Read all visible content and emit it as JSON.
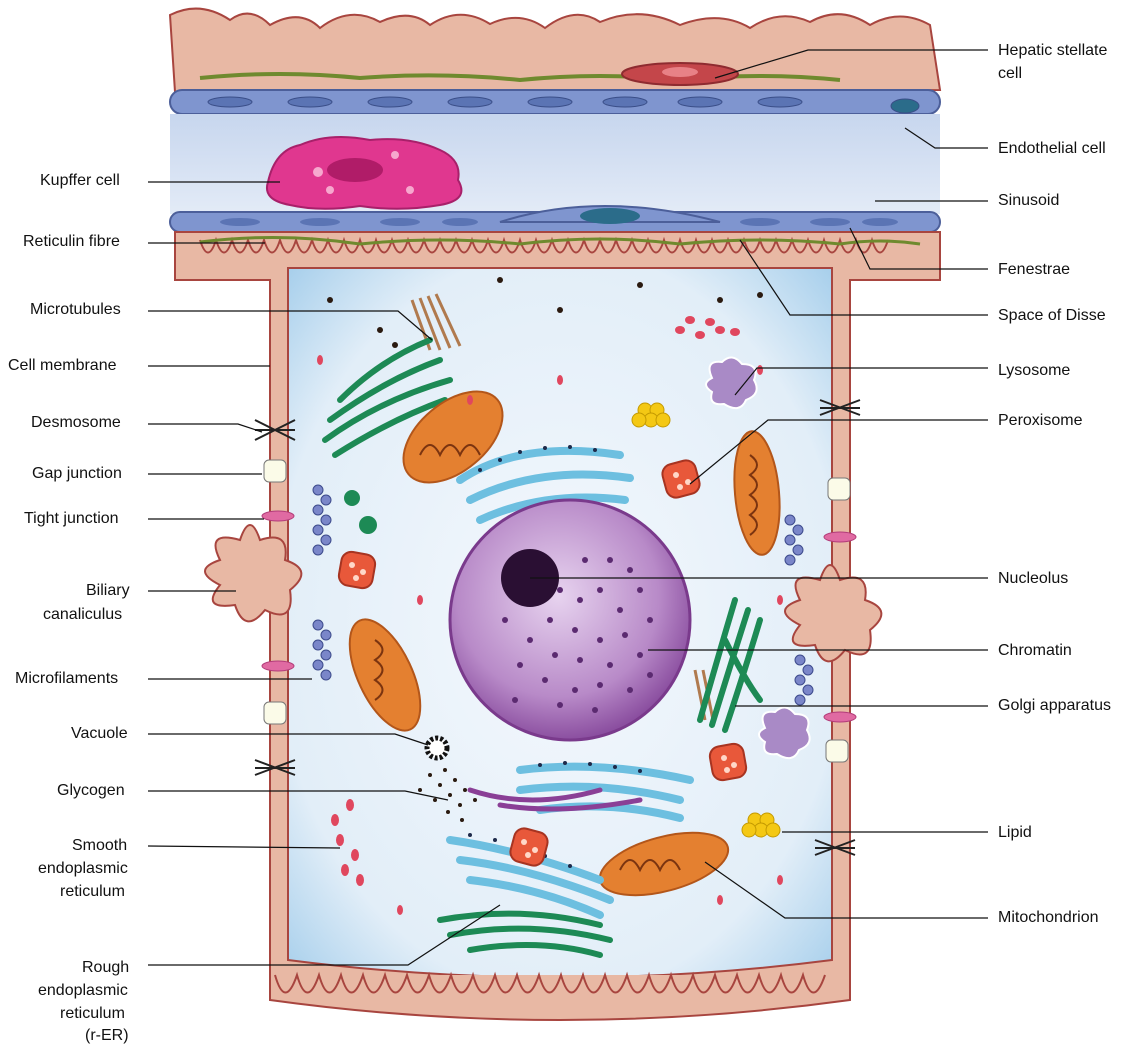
{
  "labels_left": {
    "kupffer": "Kupffer cell",
    "reticulin": "Reticulin fibre",
    "microtubules": "Microtubules",
    "cell_membrane": "Cell membrane",
    "desmosome": "Desmosome",
    "gap_junction": "Gap junction",
    "tight_junction": "Tight junction",
    "biliary_1": "Biliary",
    "biliary_2": "canaliculus",
    "microfilaments": "Microfilaments",
    "vacuole": "Vacuole",
    "glycogen": "Glycogen",
    "ser_1": "Smooth",
    "ser_2": "endoplasmic",
    "ser_3": "reticulum",
    "rer_1": "Rough",
    "rer_2": "endoplasmic",
    "rer_3": "reticulum",
    "rer_4": "(r-ER)"
  },
  "labels_right": {
    "stellate_1": "Hepatic stellate",
    "stellate_2": "cell",
    "endothelial": "Endothelial cell",
    "sinusoid": "Sinusoid",
    "fenestrae": "Fenestrae",
    "disse": "Space of Disse",
    "lysosome": "Lysosome",
    "peroxisome": "Peroxisome",
    "nucleolus": "Nucleolus",
    "chromatin": "Chromatin",
    "golgi": "Golgi apparatus",
    "lipid": "Lipid",
    "mitochondrion": "Mitochondrion"
  },
  "colors": {
    "cell_wall": "#e8b8a4",
    "cell_wall_edge": "#a8453f",
    "cytoplasm": "#dbeaf6",
    "sinusoid": "#d4e1f2",
    "endothelium": "#7f95cf",
    "kupffer": "#e0378f",
    "nucleus": "#a46bb4",
    "mitochondria": "#e48030",
    "golgi": "#1d8a55",
    "er": "#6dbfe0",
    "lysosome": "#a98ac6",
    "peroxisome": "#e8583a",
    "lipid": "#f4c814",
    "stellate": "#c4464a",
    "reticulin": "#6f8a2e"
  }
}
